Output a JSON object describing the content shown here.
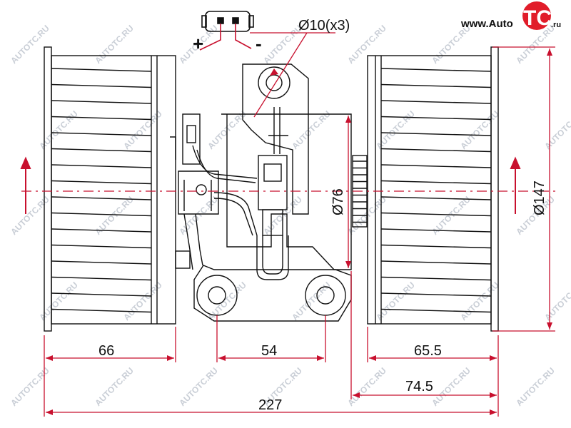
{
  "logo": {
    "text_prefix": "www.Auto",
    "badge": "TC",
    "suffix": ".ru",
    "brand_color": "#e11d2a"
  },
  "watermark": "AUTOTC.RU",
  "connector": {
    "plus": "+",
    "minus": "-"
  },
  "dimensions": {
    "hole": "Ø10(x3)",
    "hub": "Ø76",
    "fan": "Ø147",
    "left_wheel": "66",
    "mount": "54",
    "right_wheel": "65.5",
    "offset": "74.5",
    "total": "227"
  },
  "colors": {
    "dimension_line": "#c8102e",
    "drawing_line": "#111111"
  }
}
